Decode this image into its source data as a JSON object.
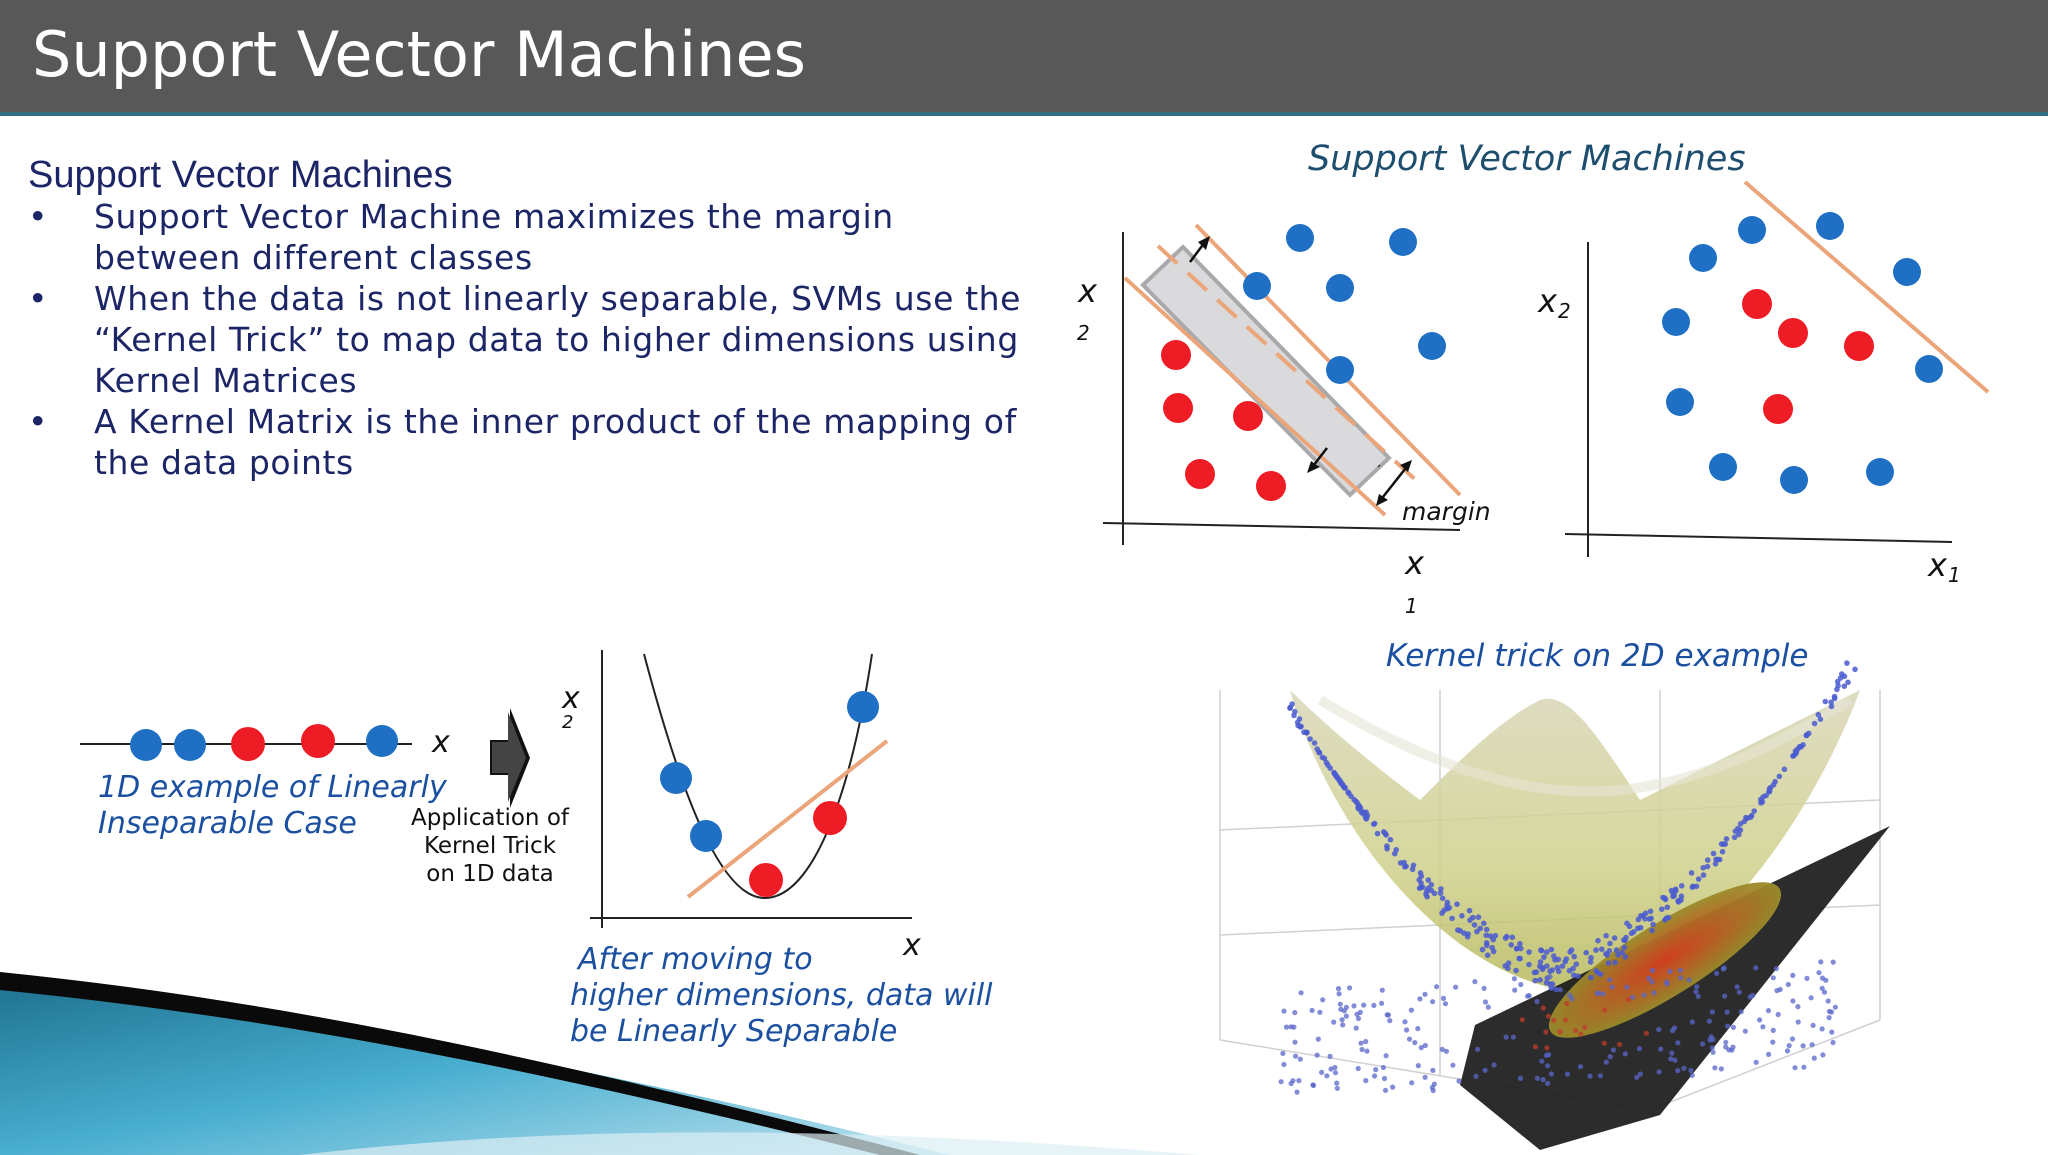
{
  "slide": {
    "title": "Support Vector Machines",
    "intro_heading": "Support Vector Machines",
    "bullet_symbol": "•",
    "bullets": [
      "Support Vector Machine maximizes the margin between different classes",
      "When the data is not linearly separable, SVMs use the “Kernel Trick”  to map data to higher dimensions using Kernel Matrices",
      "A Kernel Matrix is the inner product of the mapping of the data points"
    ]
  },
  "figure_svm": {
    "caption": "Support Vector Machines",
    "left_panel": {
      "y_label": "x",
      "y_sub": "2",
      "x_label": "x",
      "x_sub": "1",
      "margin_label": "margin"
    },
    "right_panel": {
      "y_label": "x",
      "y_sub": "2",
      "x_label": "x",
      "x_sub": "1"
    }
  },
  "figure_1d": {
    "axis_label": "x",
    "point_colors": [
      "blue",
      "blue",
      "red",
      "red",
      "blue"
    ],
    "caption_line1": "1D example of Linearly",
    "caption_line2": "Inseparable Case",
    "arrow_label_lines": [
      "Application of",
      "Kernel Trick",
      "on 1D data"
    ]
  },
  "figure_parabola": {
    "y_label": "x",
    "y_sub": "2",
    "x_label": "x",
    "caption_lines": [
      "After moving to",
      "higher dimensions, data will",
      "be Linearly Separable"
    ]
  },
  "figure_kernel_3d": {
    "caption": "Kernel trick on 2D example"
  },
  "colors": {
    "title_bar": "#585858",
    "accent_rule": "#2f6f80",
    "text_navy": "#1c2566",
    "caption_blue": "#1b4fa0",
    "point_blue": "#1f6fc4",
    "point_red": "#ee1c24",
    "separator": "#eba57a"
  }
}
